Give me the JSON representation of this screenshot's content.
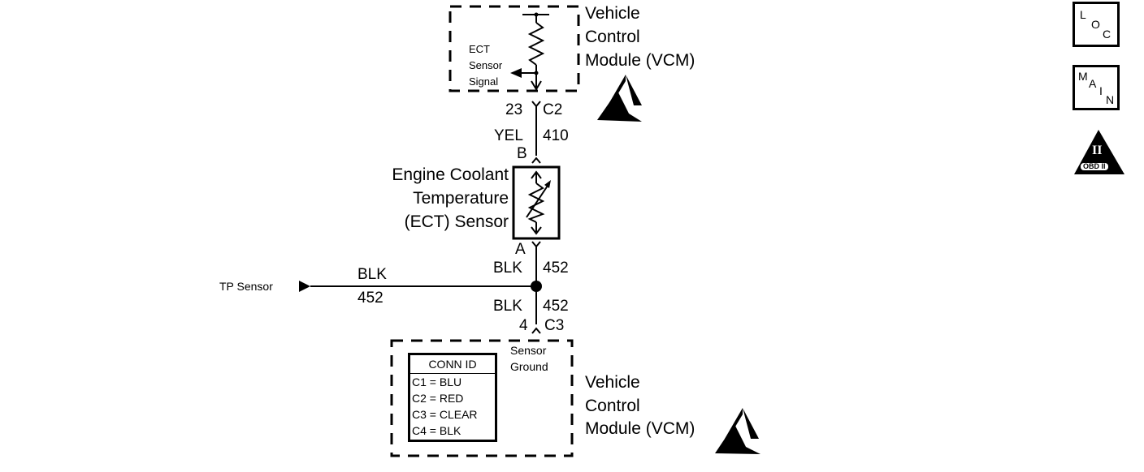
{
  "top_module": {
    "name_lines": [
      "Vehicle",
      "Control",
      "Module (VCM)"
    ],
    "internal_label_lines": [
      "ECT",
      "Sensor",
      "Signal"
    ],
    "icon": "esd-warning-icon"
  },
  "top_connector": {
    "pin": "23",
    "connector": "C2"
  },
  "upper_wire": {
    "color": "YEL",
    "circuit": "410"
  },
  "sensor": {
    "pin_top": "B",
    "pin_bottom": "A",
    "name_lines": [
      "Engine Coolant",
      "Temperature",
      "(ECT) Sensor"
    ],
    "icon": "thermistor-icon"
  },
  "middle_wire_upper": {
    "color": "BLK",
    "circuit": "452"
  },
  "tp_branch": {
    "label": "TP Sensor",
    "color": "BLK",
    "circuit": "452",
    "icon": "arrow-right-icon"
  },
  "middle_wire_lower": {
    "color": "BLK",
    "circuit": "452"
  },
  "bottom_connector": {
    "pin": "4",
    "connector": "C3"
  },
  "bottom_module": {
    "name_lines": [
      "Vehicle",
      "Control",
      "Module (VCM)"
    ],
    "internal_label_lines": [
      "Sensor",
      "Ground"
    ],
    "icon": "esd-warning-icon",
    "conn_id": {
      "title": "CONN ID",
      "rows": [
        "C1 = BLU",
        "C2 = RED",
        "C3 = CLEAR",
        "C4 = BLK"
      ]
    }
  },
  "side_icons": {
    "loc": {
      "letters": [
        "L",
        "O",
        "C"
      ],
      "icon": "location-icon"
    },
    "main": {
      "letters": [
        "M",
        "A",
        "I",
        "N"
      ],
      "icon": "main-icon"
    },
    "obd": {
      "numeral": "II",
      "label": "OBD II",
      "icon": "obd-ii-icon"
    }
  }
}
